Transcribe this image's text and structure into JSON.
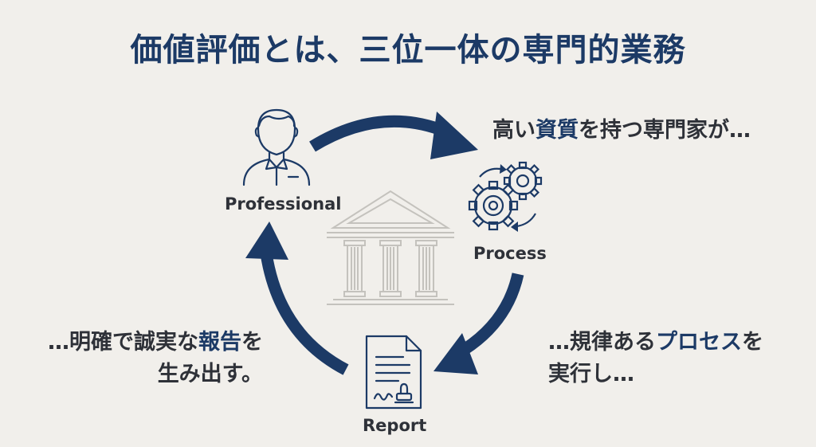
{
  "title": "価値評価とは、三位一体の専門的業務",
  "nodes": {
    "professional": {
      "label": "Professional",
      "icon": "professional-person-icon"
    },
    "process": {
      "label": "Process",
      "icon": "gears-icon"
    },
    "report": {
      "label": "Report",
      "icon": "stamped-document-icon"
    }
  },
  "center_icon": "classical-building-icon",
  "captions": {
    "professional": {
      "line1": {
        "pre": "高い",
        "highlight": "資質",
        "post": "を持つ専門家が…"
      }
    },
    "process": {
      "line1": {
        "pre": "…規律ある",
        "highlight": "プロセス",
        "post": "を"
      },
      "line2": "実行し…"
    },
    "report": {
      "line1": {
        "pre": "…明確で誠実な",
        "highlight": "報告",
        "post": "を"
      },
      "line2": "生み出す。"
    }
  },
  "colors": {
    "accent": "#1c3a66",
    "text": "#2e3138",
    "background": "#f1efeb",
    "faded_building": "#c9c7c2"
  }
}
